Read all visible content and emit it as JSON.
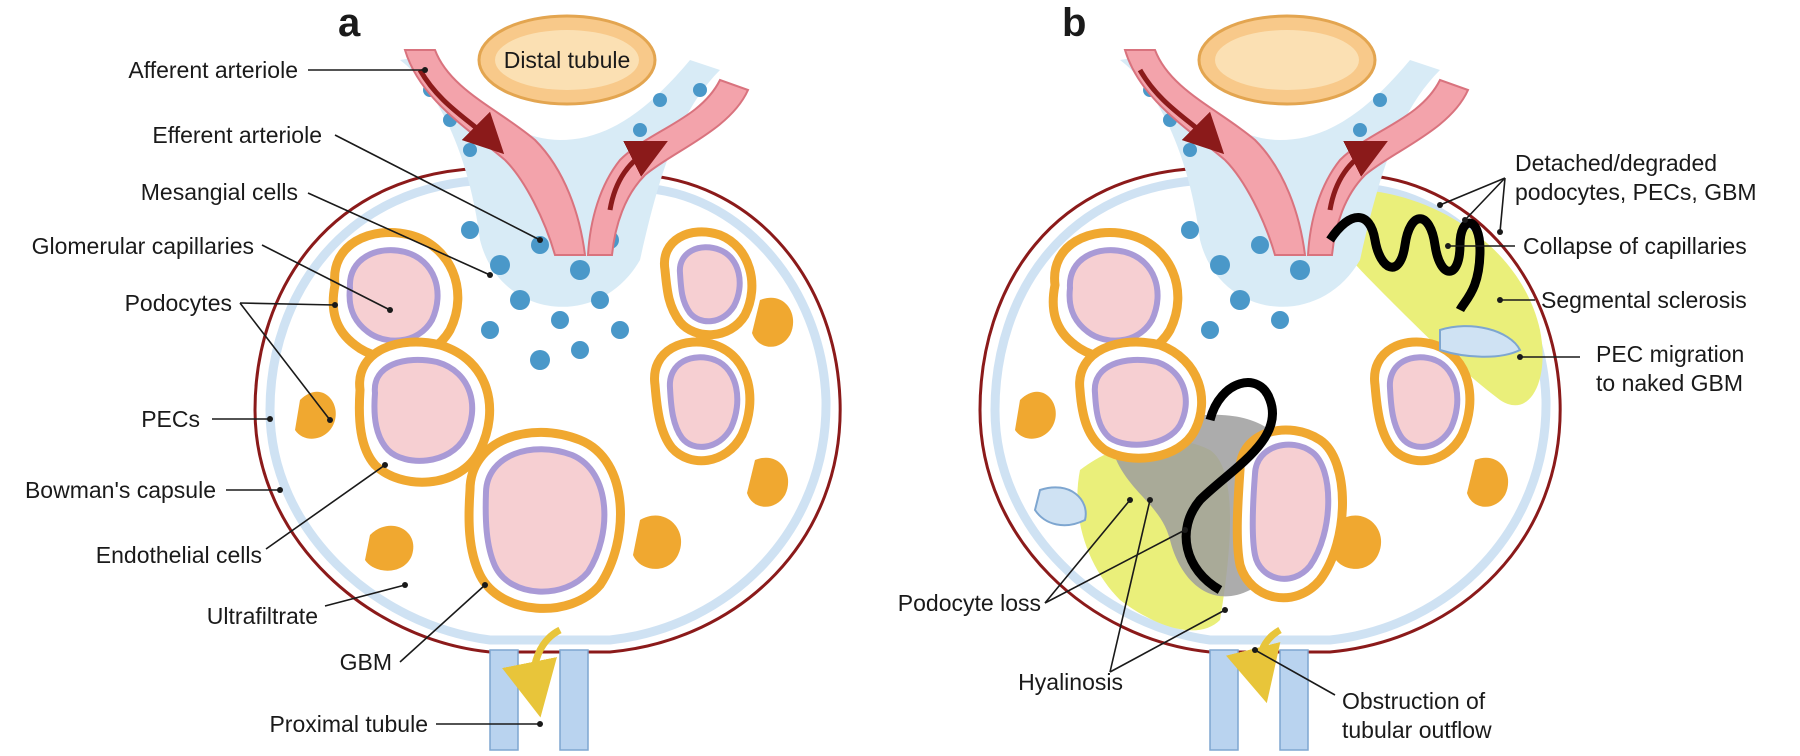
{
  "panels": {
    "a": {
      "letter": "a",
      "distal_tubule": "Distal tubule",
      "labels": {
        "afferent_arteriole": "Afferent arteriole",
        "efferent_arteriole": "Efferent arteriole",
        "mesangial_cells": "Mesangial cells",
        "glomerular_capillaries": "Glomerular capillaries",
        "podocytes": "Podocytes",
        "pecs": "PECs",
        "bowmans_capsule": "Bowman's capsule",
        "endothelial_cells": "Endothelial cells",
        "ultrafiltrate": "Ultrafiltrate",
        "gbm": "GBM",
        "proximal_tubule": "Proximal tubule"
      }
    },
    "b": {
      "letter": "b",
      "labels": {
        "detached_line1": "Detached/degraded",
        "detached_line2": "podocytes, PECs, GBM",
        "collapse": "Collapse of capillaries",
        "segmental_sclerosis": "Segmental sclerosis",
        "pec_migration_line1": "PEC migration",
        "pec_migration_line2": "to naked GBM",
        "podocyte_loss": "Podocyte loss",
        "hyalinosis": "Hyalinosis",
        "obstruction_line1": "Obstruction of",
        "obstruction_line2": "tubular outflow"
      }
    }
  },
  "colors": {
    "capsule": "#8b1a1a",
    "pec": "#cfe2f3",
    "podocyte": "#f0a830",
    "capillary_lumen": "#f6cfd2",
    "endothelium": "#a99ad6",
    "mesangial": "#4a98c9",
    "arteriole": "#f3a3ab",
    "arrow": "#8b1a1a",
    "distal_tubule": "#f8c98a",
    "sclerosis": "#eaef7a",
    "hyalinosis": "#9e9e9e",
    "proximal_tubule": "#b9d3ef",
    "flow_arrow": "#e8c53a"
  }
}
